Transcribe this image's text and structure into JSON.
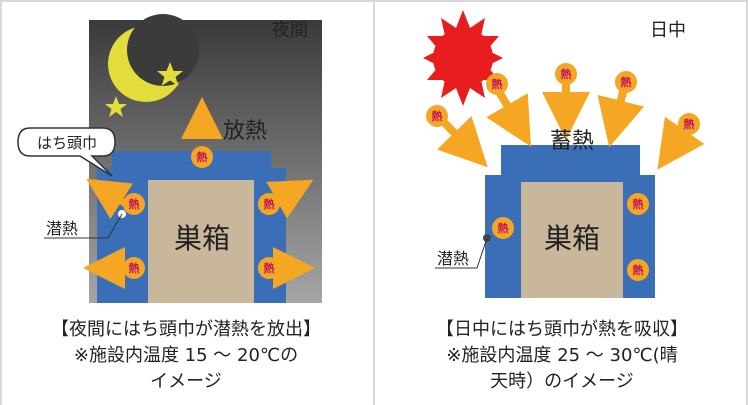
{
  "night": {
    "title": "夜間",
    "house_label": "巣箱",
    "release_label": "放熱",
    "latent_label": "潜熱",
    "hood_label": "はち頭巾",
    "heat_label": "熱",
    "caption_line1": "【夜間にはち頭巾が潜熱を放出】",
    "caption_line2": "※施設内温度 15 ～ 20℃の",
    "caption_line3": "イメージ"
  },
  "day": {
    "title": "日中",
    "house_label": "巣箱",
    "storage_label": "蓄熱",
    "latent_label": "潜熱",
    "heat_label": "熱",
    "caption_line1": "【日中にはち頭巾が熱を吸収】",
    "caption_line2": "※施設内温度 25 ～ 30℃(晴",
    "caption_line3": "天時）のイメージ"
  },
  "colors": {
    "hood_blue": "#3a6fb8",
    "box_tan": "#c8b79a",
    "heat_orange": "#f5a623",
    "heat_text": "#c2185b",
    "sun_red": "#e81d1d",
    "moon_yellow": "#e3dd3c",
    "night_sky_top": "#3a3a3a",
    "night_sky_bottom": "#a6a6a6"
  }
}
